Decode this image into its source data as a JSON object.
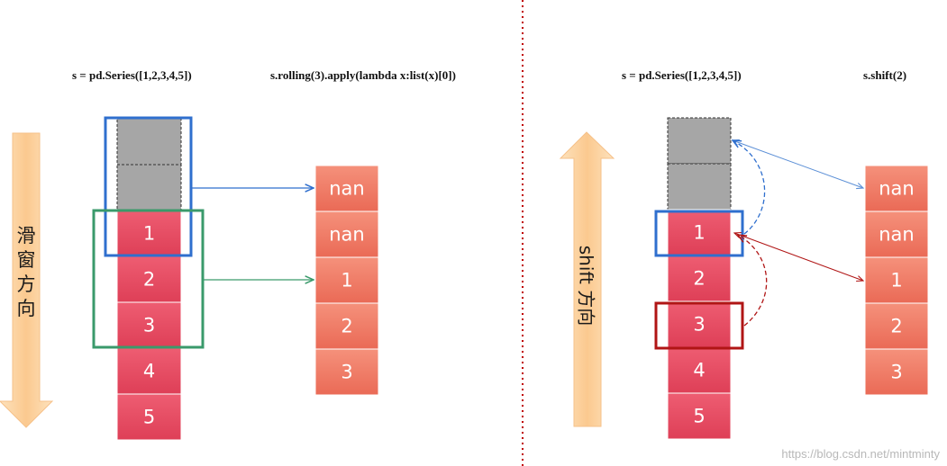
{
  "left_panel": {
    "source_title": "s = pd.Series([1,2,3,4,5])",
    "result_title": "s.rolling(3).apply(lambda x:list(x)[0])",
    "direction_label": "滑窗方向",
    "source_cells": [
      "",
      "",
      "1",
      "2",
      "3",
      "4",
      "5"
    ],
    "result_cells": [
      "nan",
      "nan",
      "1",
      "2",
      "3"
    ]
  },
  "right_panel": {
    "source_title": "s = pd.Series([1,2,3,4,5])",
    "result_title": "s.shift(2)",
    "direction_label": "shift 方向",
    "source_cells": [
      "",
      "",
      "1",
      "2",
      "3",
      "4",
      "5"
    ],
    "result_cells": [
      "nan",
      "nan",
      "1",
      "2",
      "3"
    ]
  },
  "watermark": "https://blog.csdn.net/mintminty",
  "colors": {
    "padding_cell": "#a6a6a6",
    "source_cell": "#e74e64",
    "result_cell": "#f07d68",
    "arrow_body": "#fcd5a3",
    "blue": "#2f6fce",
    "green": "#3a9a6b",
    "red": "#b01515",
    "divider": "#c00000"
  }
}
